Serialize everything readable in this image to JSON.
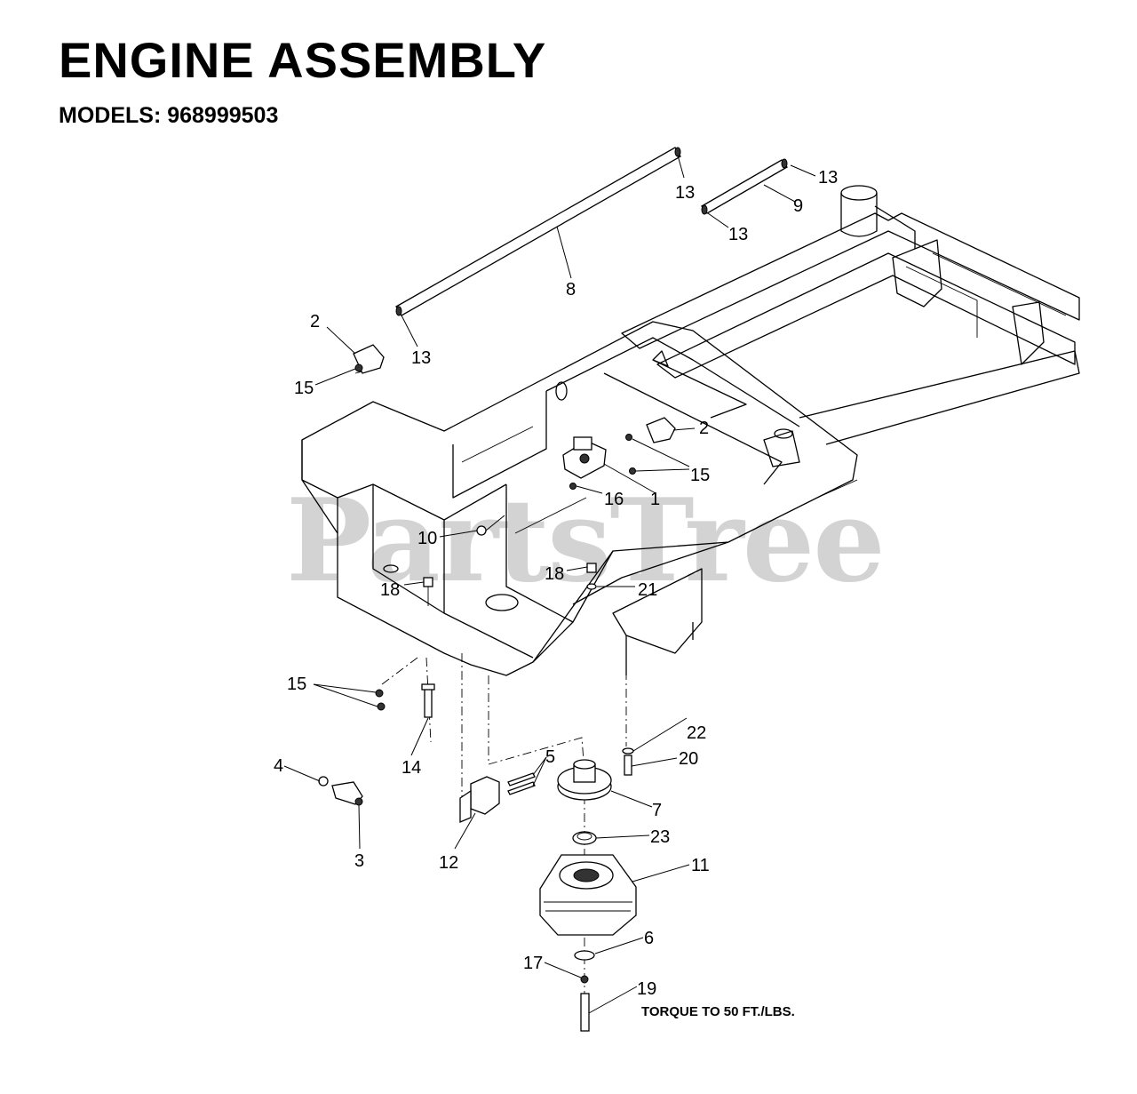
{
  "header": {
    "title": "ENGINE ASSEMBLY",
    "models": "MODELS: 968999503"
  },
  "watermark": "PartsTree",
  "callouts": {
    "c1": "1",
    "c2a": "2",
    "c2b": "2",
    "c3": "3",
    "c4": "4",
    "c5": "5",
    "c6": "6",
    "c7": "7",
    "c8": "8",
    "c9": "9",
    "c10": "10",
    "c11": "11",
    "c12": "12",
    "c13a": "13",
    "c13b": "13",
    "c13c": "13",
    "c13d": "13",
    "c14": "14",
    "c15a": "15",
    "c15b": "15",
    "c15c": "15",
    "c16": "16",
    "c17": "17",
    "c18a": "18",
    "c18b": "18",
    "c19": "19",
    "c20": "20",
    "c21": "21",
    "c22": "22",
    "c23": "23"
  },
  "note": "TORQUE TO 50 FT./LBS."
}
